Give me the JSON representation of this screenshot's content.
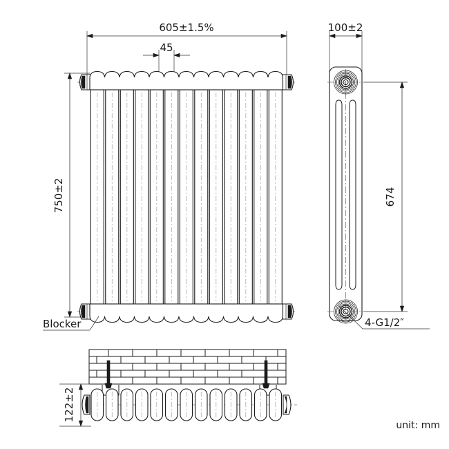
{
  "drawing": {
    "title": "radiator-technical-drawing",
    "unit_label": "unit: mm",
    "dimensions": {
      "overall_width": "605±1.5%",
      "column_pitch": "45",
      "overall_height": "750±2",
      "depth": "100±2",
      "port_center_distance": "674",
      "wall_to_center": "122±2"
    },
    "callouts": {
      "blocker": "Blocker",
      "threads": "4-G1/2″"
    },
    "views": {
      "front": {
        "name": "front-elevation",
        "column_count": 13
      },
      "side": {
        "name": "side-elevation",
        "slot_count": 2,
        "port_count": 2
      },
      "plan": {
        "name": "plan-view-with-wall",
        "column_count": 13,
        "bracket_count": 2
      }
    },
    "colors": {
      "line": "#1a1a1a",
      "centerline": "#777777",
      "background": "#ffffff"
    }
  }
}
